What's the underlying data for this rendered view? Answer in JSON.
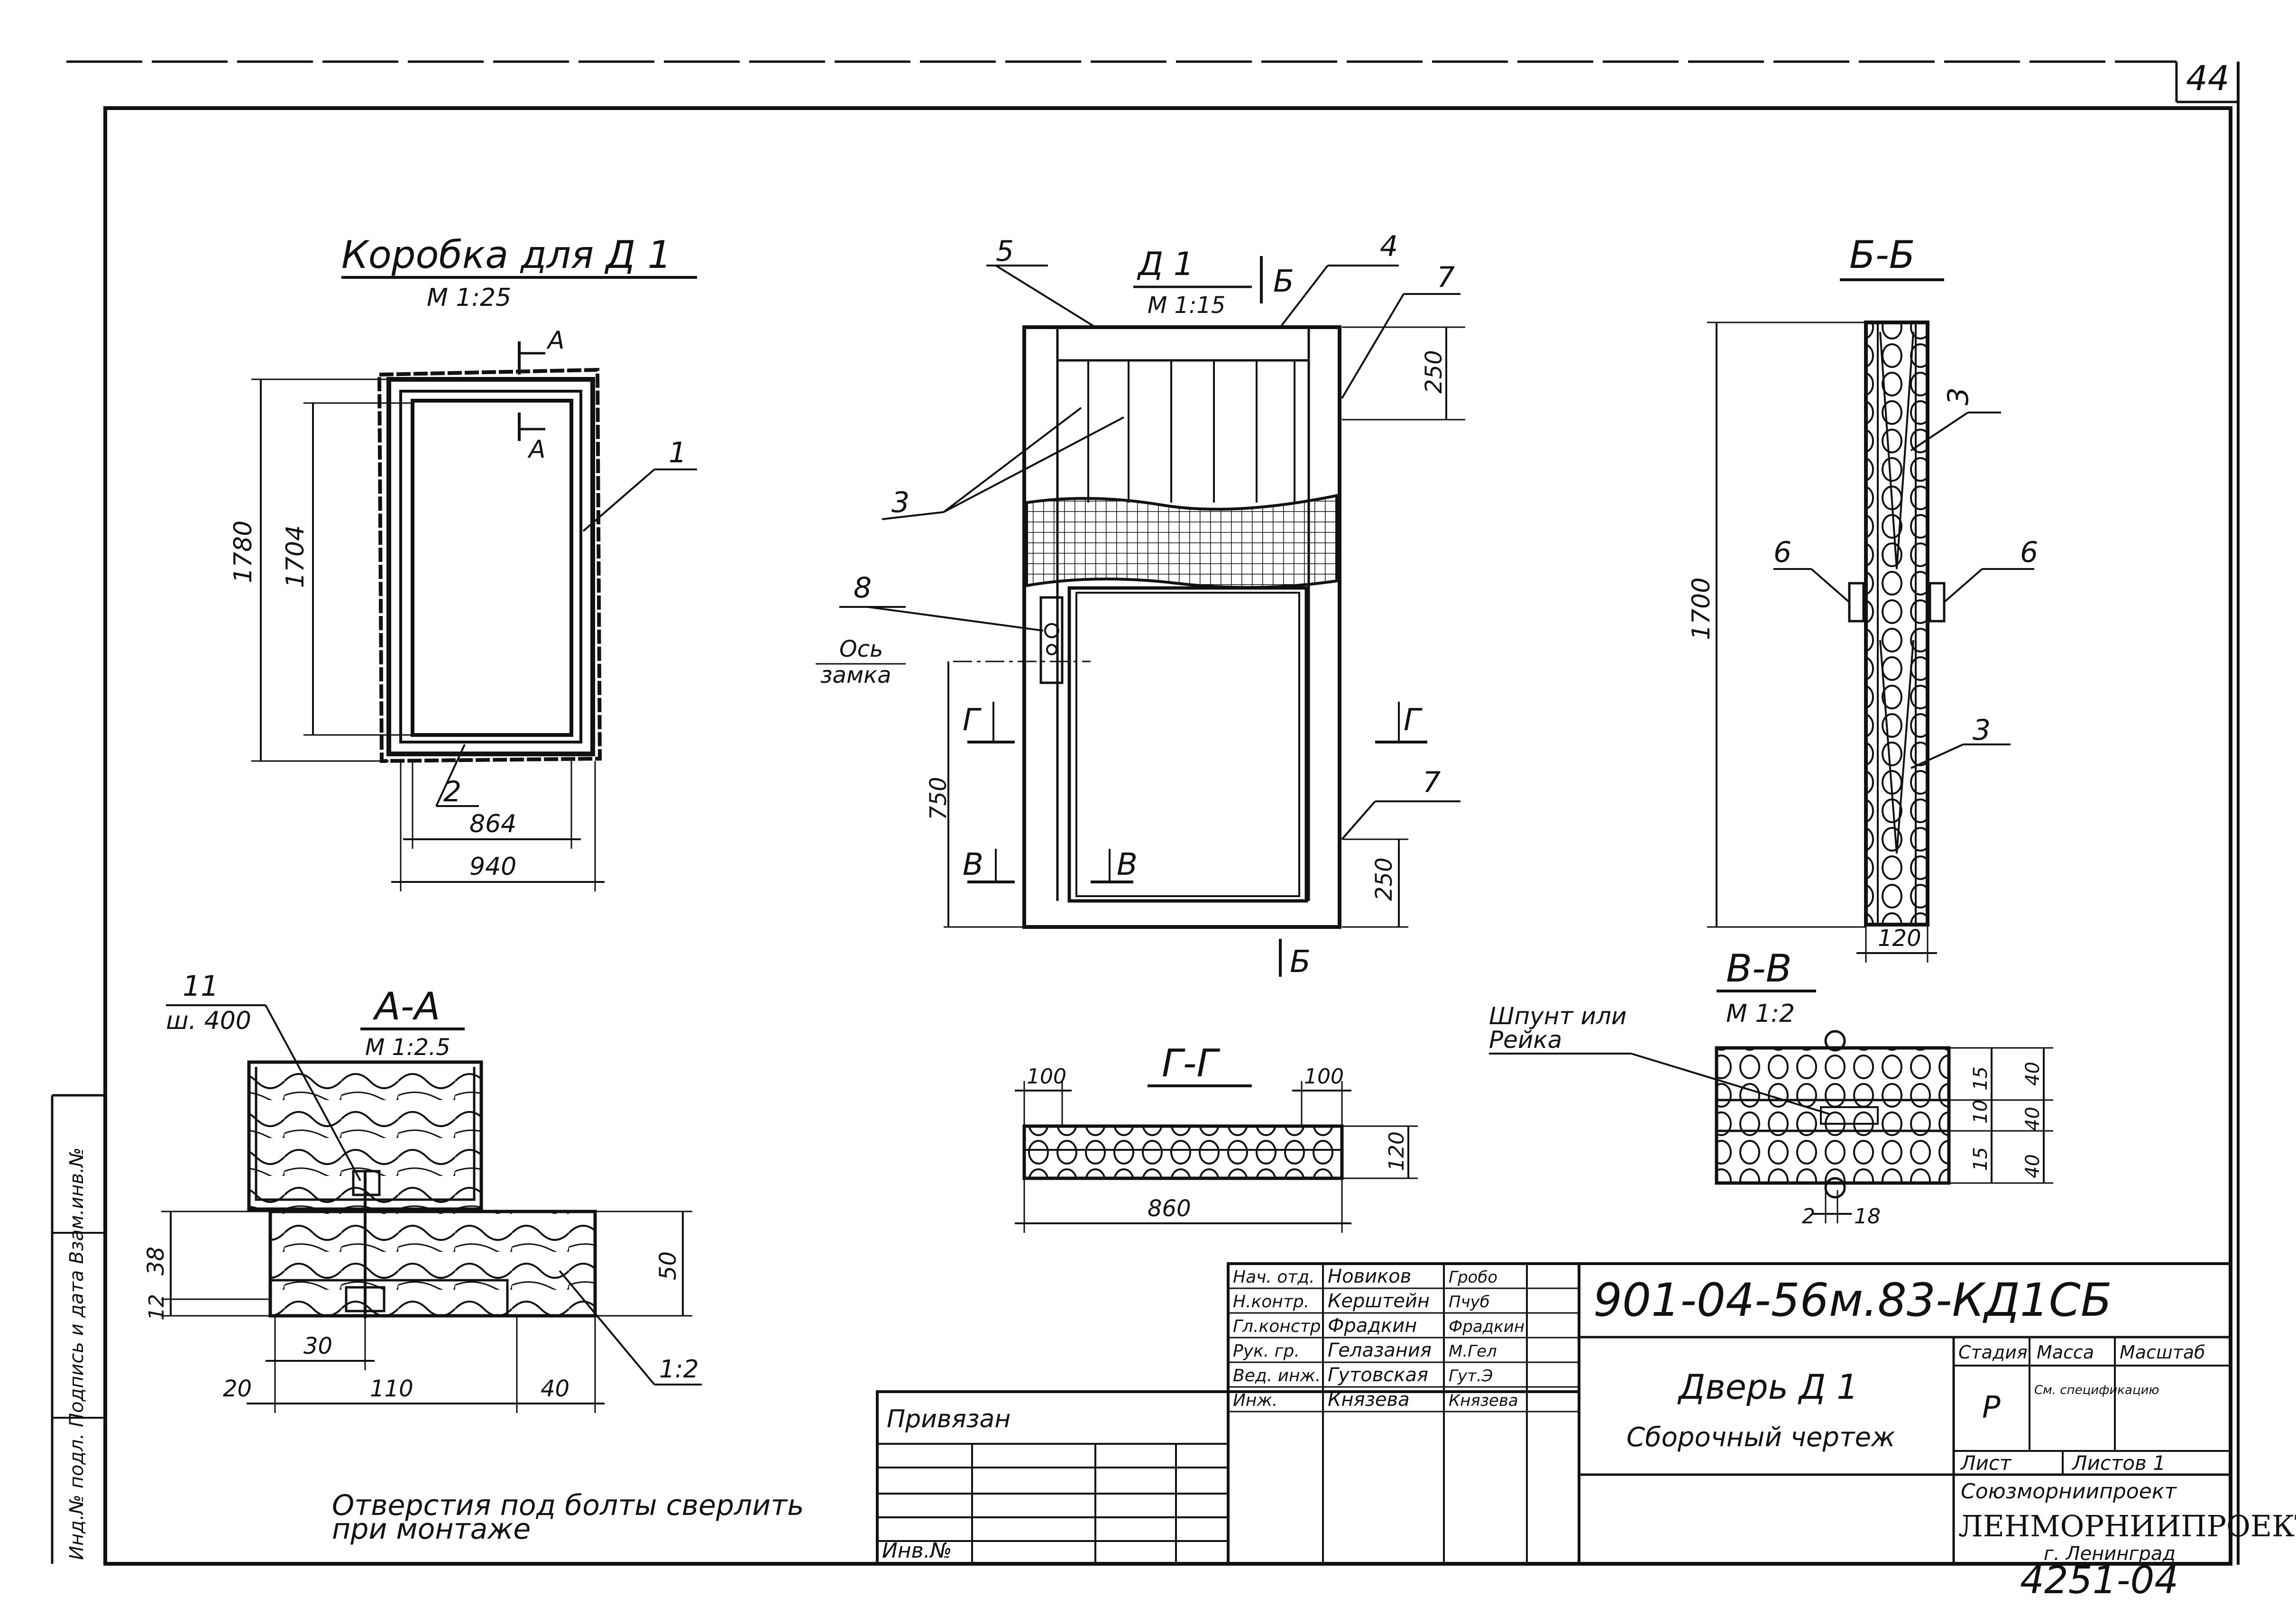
{
  "sheet": {
    "number": "44",
    "stamp": "4251-04"
  },
  "views": {
    "frame": {
      "title": "Коробка для Д 1",
      "scale": "М 1:25",
      "dim_height_outer": "1780",
      "dim_height_inner": "1704",
      "dim_width_inner": "864",
      "dim_width_outer": "940",
      "section_mark": "А",
      "callout_1": "1",
      "callout_2": "2"
    },
    "door": {
      "title": "Д 1",
      "scale": "М 1:15",
      "section_mark_b": "Б",
      "dim_top": "250",
      "dim_bottom": "250",
      "dim_lock": "750",
      "lock_axis_line1": "Ось",
      "lock_axis_line2": "замка",
      "section_g": "Г",
      "section_v": "В",
      "callout_3": "3",
      "callout_4": "4",
      "callout_5": "5",
      "callout_7a": "7",
      "callout_7b": "7",
      "callout_8": "8"
    },
    "section_bb": {
      "title": "Б-Б",
      "dim_height": "1700",
      "dim_width": "120",
      "callout_3a": "3",
      "callout_3b": "3",
      "callout_6a": "6",
      "callout_6b": "6"
    },
    "section_aa": {
      "title": "А-А",
      "scale": "М 1:2.5",
      "callout_11": "11",
      "pitch": "ш. 400",
      "dim_38": "38",
      "dim_12": "12",
      "dim_50": "50",
      "dim_30": "30",
      "dim_20": "20",
      "dim_110": "110",
      "dim_40": "40",
      "slope": "1:2",
      "note_line1": "Отверстия под болты сверлить",
      "note_line2": "при монтаже"
    },
    "section_gg": {
      "title": "Г-Г",
      "dim_100a": "100",
      "dim_100b": "100",
      "dim_120": "120",
      "dim_860": "860"
    },
    "section_vv": {
      "title": "В-В",
      "scale": "М 1:2",
      "label_line1": "Шпунт или",
      "label_line2": "Рейка",
      "dim_15a": "15",
      "dim_10": "10",
      "dim_15b": "15",
      "dim_40a": "40",
      "dim_40b": "40",
      "dim_40c": "40",
      "dim_2": "2",
      "dim_18": "18"
    }
  },
  "title_block": {
    "roles": [
      "Нач. отд.",
      "Н.контр.",
      "Гл.констр.",
      "Рук. гр.",
      "Вед. инж.",
      "Инж."
    ],
    "names": [
      "Новиков",
      "Керштейн",
      "Фрадкин",
      "Гелазания",
      "Гутовская",
      "Князева"
    ],
    "signatures": [
      "Гробо",
      "Пчуб",
      "Фрадкин",
      "М.Гел",
      "Гут.Э",
      "Князева"
    ],
    "document_code": "901-04-56м.83-КД1СБ",
    "product_name": "Дверь Д 1",
    "drawing_type": "Сборочный чертеж",
    "stage_label": "Стадия",
    "mass_label": "Масса",
    "scale_label": "Масштаб",
    "stage_value": "Р",
    "mass_value": "См. спецификацию",
    "sheet_label": "Лист",
    "sheets_label": "Листов 1",
    "org_line1": "Союзморниипроект",
    "org_line2": "ЛЕНМОРНИИПРОЕКТ",
    "org_line3": "г. Ленинград",
    "bound_label": "Привязан",
    "inv_label": "Инв.№"
  },
  "side_strip": {
    "text": "Инд.№ подл. Подпись и дата Взам.инв.№"
  }
}
